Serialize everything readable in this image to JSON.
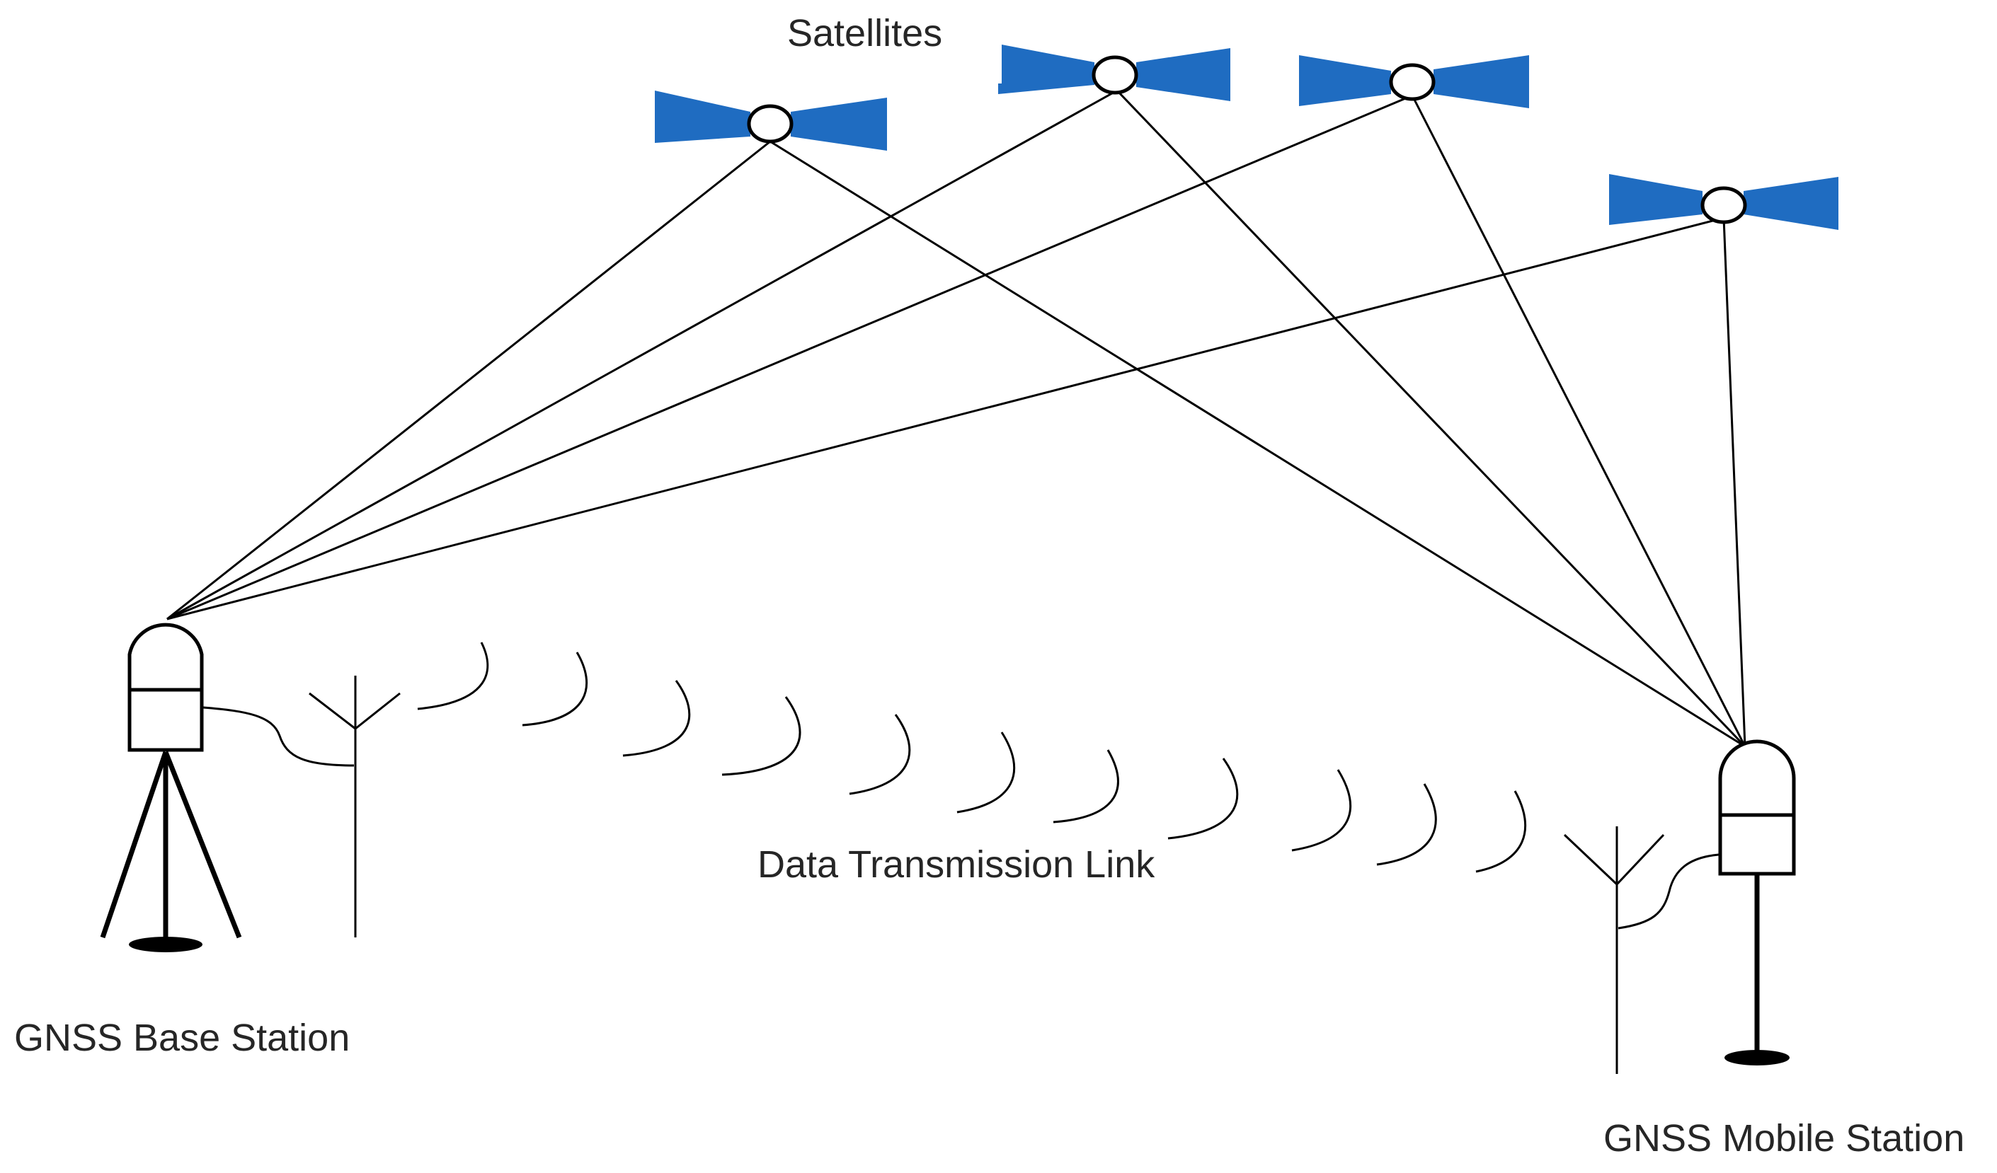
{
  "labels": {
    "satellites": "Satellites",
    "data_link": "Data Transmission Link",
    "base_station": "GNSS Base Station",
    "mobile_station": "GNSS Mobile Station"
  },
  "satellite_count": 4,
  "colors": {
    "satellite_panel": "#1F6CC1",
    "line": "#000000",
    "text": "#262626",
    "background": "#ffffff"
  }
}
